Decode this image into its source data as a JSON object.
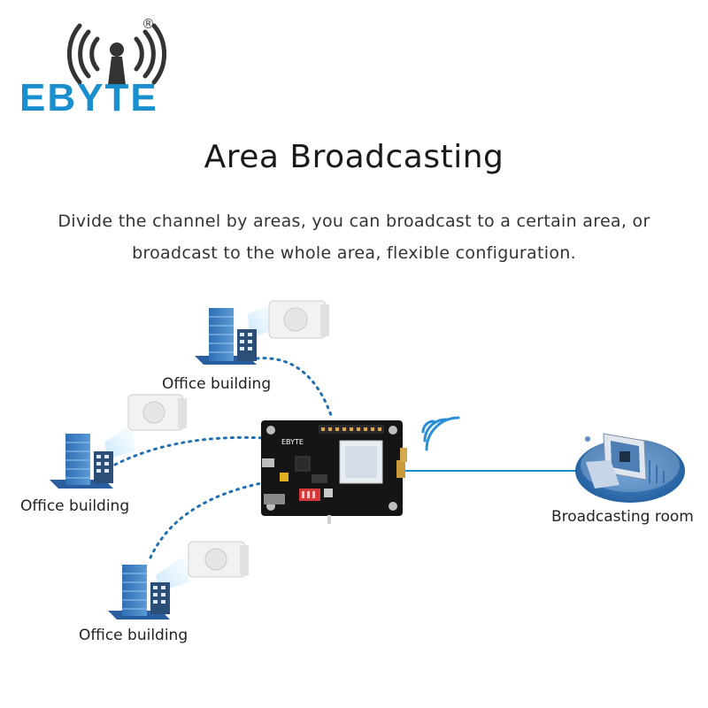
{
  "brand": {
    "name": "EBYTE",
    "mark": "®"
  },
  "header": {
    "title": "Area Broadcasting",
    "subtitle_line1": "Divide the channel by areas, you can broadcast to a certain area, or",
    "subtitle_line2": "broadcast to the whole area, flexible configuration."
  },
  "diagram": {
    "nodes": {
      "office_top": "Office building",
      "office_middle": "Office building",
      "office_bottom": "Office building",
      "broadcasting_room": "Broadcasting room"
    },
    "board": {
      "brand": "EBYTE"
    }
  },
  "colors": {
    "brand": "#1a8fd0",
    "link_dotted": "#1f6fb5",
    "link_solid": "#1a8fd0",
    "building": "#3d7fc4",
    "speaker": "#f2f2f2",
    "board": "#151515"
  }
}
